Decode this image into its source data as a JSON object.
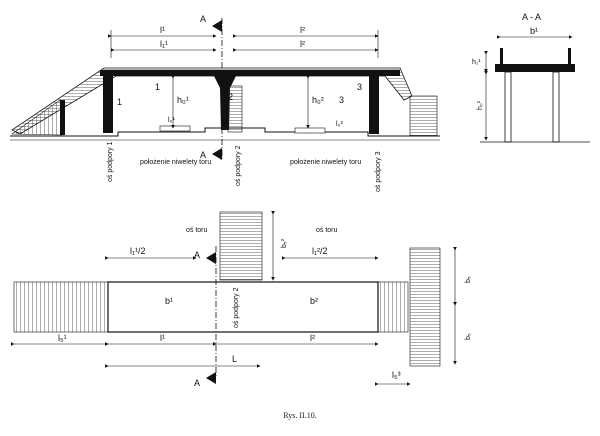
{
  "caption": "Rys. II.10.",
  "elevation": {
    "section_marker": "A",
    "dim_top_left_outer": "l¹",
    "dim_top_left_inner": "l₁¹",
    "dim_top_right_outer": "l²",
    "dim_top_right_inner": "l²",
    "label_1": "1",
    "label_1_inner": "1",
    "label_2": "2",
    "label_3": "3",
    "label_3_box": "3",
    "h0_1": "h₀¹",
    "h0_2": "h₀²",
    "l0_1": "l₀¹",
    "l0_2": "l₀²",
    "axis_support_1": "oś podpory 1",
    "axis_support_2": "oś podpory 2",
    "axis_support_3": "oś podpory 3",
    "track_level_1": "położenie niwelety toru",
    "track_level_2": "położenie niwelety toru"
  },
  "section_aa": {
    "title": "A - A",
    "b1": "b¹",
    "h1": "h₁¹",
    "h2": "h₀¹"
  },
  "plan": {
    "track_axis_1": "oś toru",
    "track_axis_2": "oś toru",
    "half_span_1": "l₁¹/2",
    "half_span_2": "l₁²/2",
    "b1": "b¹",
    "b2": "b²",
    "ls1": "l₅¹",
    "ls3": "l₅³",
    "l1": "l¹",
    "l2": "l²",
    "L": "L",
    "axis_support_2": "oś podpory 2",
    "a_marker": "A",
    "b_side_top": "b₅",
    "b_side_bottom": "b₅",
    "b_stair_top": "b₅²"
  }
}
